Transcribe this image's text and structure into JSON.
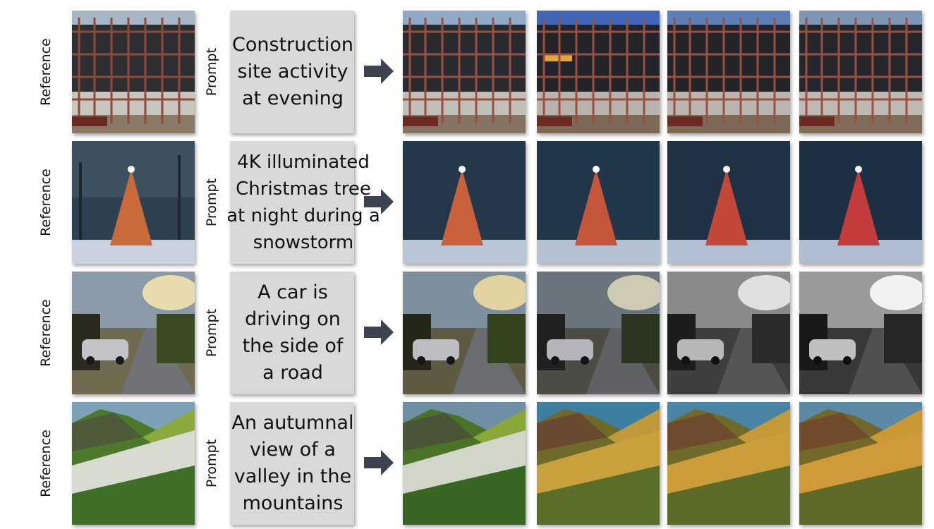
{
  "labels": {
    "reference": "Reference",
    "prompt": "Prompt"
  },
  "rows": [
    {
      "prompt": "Construction\nsite activity\nat evening",
      "scene": "construction"
    },
    {
      "prompt": "4K illuminated\nChristmas tree\nat night during a\nsnowstorm",
      "scene": "christmas"
    },
    {
      "prompt": "A car is\ndriving on\nthe side of\na road",
      "scene": "car"
    },
    {
      "prompt": "An autumnal\nview of a\nvalley in the\nmountains",
      "scene": "valley"
    }
  ],
  "colors": {
    "prompt_box": "#d9d9d9",
    "arrow": "#3d4350"
  }
}
